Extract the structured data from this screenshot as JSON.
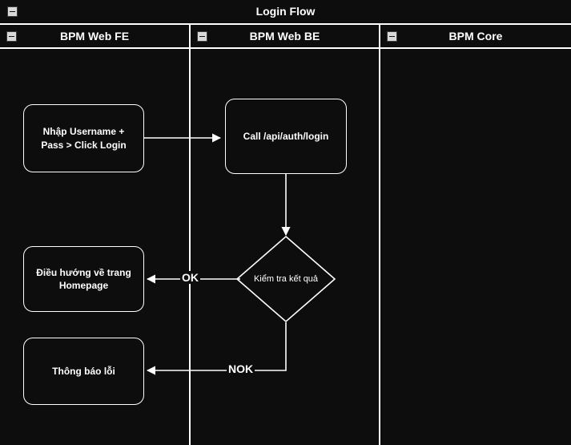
{
  "title_bar": {
    "title": "Login Flow",
    "collapse_icon": "collapse-minus-icon"
  },
  "lanes": [
    {
      "id": "fe",
      "label": "BPM Web FE",
      "collapse_icon": "collapse-minus-icon"
    },
    {
      "id": "be",
      "label": "BPM Web BE",
      "collapse_icon": "collapse-minus-icon"
    },
    {
      "id": "core",
      "label": "BPM Core",
      "collapse_icon": "collapse-minus-icon"
    }
  ],
  "nodes": [
    {
      "id": "input",
      "lane": "fe",
      "shape": "rounded-rect",
      "text": "Nhập Username + Pass > Click Login"
    },
    {
      "id": "call_api",
      "lane": "be",
      "shape": "rounded-rect",
      "text": "Call /api/auth/login"
    },
    {
      "id": "check",
      "lane": "be",
      "shape": "diamond",
      "text": "Kiểm tra kết quả"
    },
    {
      "id": "redirect",
      "lane": "fe",
      "shape": "rounded-rect",
      "text": "Điều hướng về trang Homepage"
    },
    {
      "id": "error",
      "lane": "fe",
      "shape": "rounded-rect",
      "text": "Thông báo lỗi"
    }
  ],
  "edges": [
    {
      "from": "input",
      "to": "call_api",
      "label": ""
    },
    {
      "from": "call_api",
      "to": "check",
      "label": ""
    },
    {
      "from": "check",
      "to": "redirect",
      "label": "OK"
    },
    {
      "from": "check",
      "to": "error",
      "label": "NOK"
    }
  ],
  "colors": {
    "background": "#0d0d0d",
    "stroke": "#ffffff",
    "text": "#ffffff",
    "collapse_box": "#d9d9d9"
  }
}
